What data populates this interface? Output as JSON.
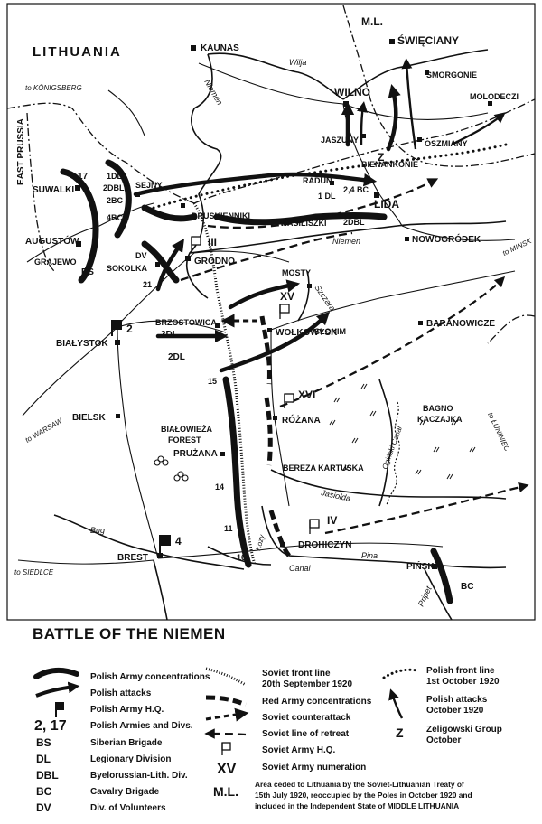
{
  "map": {
    "title": "BATTLE OF THE NIEMEN",
    "regions": {
      "lithuania": "LITHUANIA",
      "east_prussia": "EAST PRUSSIA",
      "middle_lithuania_marker": "M.L."
    },
    "cities": {
      "kaunas": "KAUNAS",
      "swieciany": "ŚWIĘCIANY",
      "wilno": "WILNO",
      "smorgonie": "SMORGONIE",
      "molodeczno": "MOLODECZI",
      "jaszuny": "JASZUNY",
      "oszmiany": "OSZMIANY",
      "bienankonie": "BIENANKONIE",
      "radun": "RADUŃ",
      "lida": "LIDA",
      "suwalki": "SUWALKI",
      "sejny": "SEJNY",
      "druskienniki": "DRUSKIENNIKI",
      "wasiliszki": "WASILISZKI",
      "augustow": "AUGUSTÓW",
      "grajewo": "GRAJEWO",
      "grodno": "GRODNO",
      "nowogrodek": "NOWOGRÓDEK",
      "mosty": "MOSTY",
      "sokolka": "SOKOLKA",
      "brzostowica": "BRZOSTOWICA",
      "slonim": "SŁONIM",
      "baranowicze": "BARANOWICZE",
      "bialystok": "BIAŁYSTOK",
      "wolkowysk": "WOŁKOWYSK",
      "bielsk": "BIELSK",
      "bialowieza": "BIAŁOWIEŻA",
      "forest": "FOREST",
      "pruzana": "PRUŻANA",
      "rozana": "RÓŻANA",
      "bagno": "BAGNO",
      "kaczajka": "KACZAJKA",
      "bereza": "BEREZA KARTUSKA",
      "drohiczyn": "DROHICZYN",
      "pinsk": "PIŃSK",
      "brest": "BREST"
    },
    "rivers": {
      "wilja": "Wilja",
      "niemen_north": "Niemen",
      "niemen_mid": "Niemen",
      "szczara": "Szczara",
      "oginski": "Ogiński Canal",
      "jasiolda": "Jasiołda",
      "bug": "Bug",
      "pina": "Pina",
      "canal": "Canal",
      "pripet": "Pripet",
      "kozy": "Kozy"
    },
    "roads": {
      "to_konigsberg": "to KÖNIGSBERG",
      "to_minsk": "to MINSK",
      "to_warsaw": "to WARSAW",
      "to_luniniec": "to ŁUNINIEC",
      "to_siedlce": "to SIEDLCE"
    },
    "units": {
      "u17": "17",
      "u1dl": "1DL",
      "u2dbl": "2DBL",
      "u2bc": "2BC",
      "u4bc": "4BC",
      "bs": "BS",
      "dv": "DV",
      "u21": "21",
      "soviet3": "III",
      "soviet15": "XV",
      "soviet16": "XVI",
      "soviet4": "IV",
      "army2": "2",
      "army4": "4",
      "u3dl": "3DL",
      "u2dl": "2DL",
      "u15": "15",
      "u14": "14",
      "u11": "11",
      "u16": "16",
      "bc": "BC",
      "z": "Z",
      "u24bc": "2,4 BC",
      "u1dl_b": "1 DL",
      "u2dbl_b": "2DBL"
    }
  },
  "legend": {
    "col1": [
      {
        "label": "Polish Army concentrations"
      },
      {
        "label": "Polish attacks"
      },
      {
        "label": "Polish Army H.Q."
      },
      {
        "abbr": "2, 17",
        "label": "Polish Armies and Divs."
      },
      {
        "abbr": "BS",
        "label": "Siberian Brigade"
      },
      {
        "abbr": "DL",
        "label": "Legionary Division"
      },
      {
        "abbr": "DBL",
        "label": "Byelorussian-Lith. Div."
      },
      {
        "abbr": "BC",
        "label": "Cavalry Brigade"
      },
      {
        "abbr": "DV",
        "label": "Div. of Volunteers"
      }
    ],
    "col2": [
      {
        "line1": "Soviet front line",
        "line2": "20th September 1920"
      },
      {
        "label": "Red Army concentrations"
      },
      {
        "label": "Soviet counterattack"
      },
      {
        "label": "Soviet line of retreat"
      },
      {
        "label": "Soviet Army H.Q."
      },
      {
        "abbr": "XV",
        "label": "Soviet Army numeration"
      },
      {
        "abbr": "M.L."
      }
    ],
    "col3": [
      {
        "line1": "Polish front line",
        "line2": "1st October 1920"
      },
      {
        "line1": "Polish attacks",
        "line2": "October 1920"
      },
      {
        "abbr": "Z",
        "line1": "Zeligowski Group",
        "line2": "October"
      }
    ],
    "note": {
      "line1": "Area ceded to Lithuania by the Soviet-Lithuanian Treaty of",
      "line2": "15th July 1920, reoccupied by the Poles in October 1920 and",
      "line3": "included in the Independent State of MIDDLE LITHUANIA"
    }
  }
}
